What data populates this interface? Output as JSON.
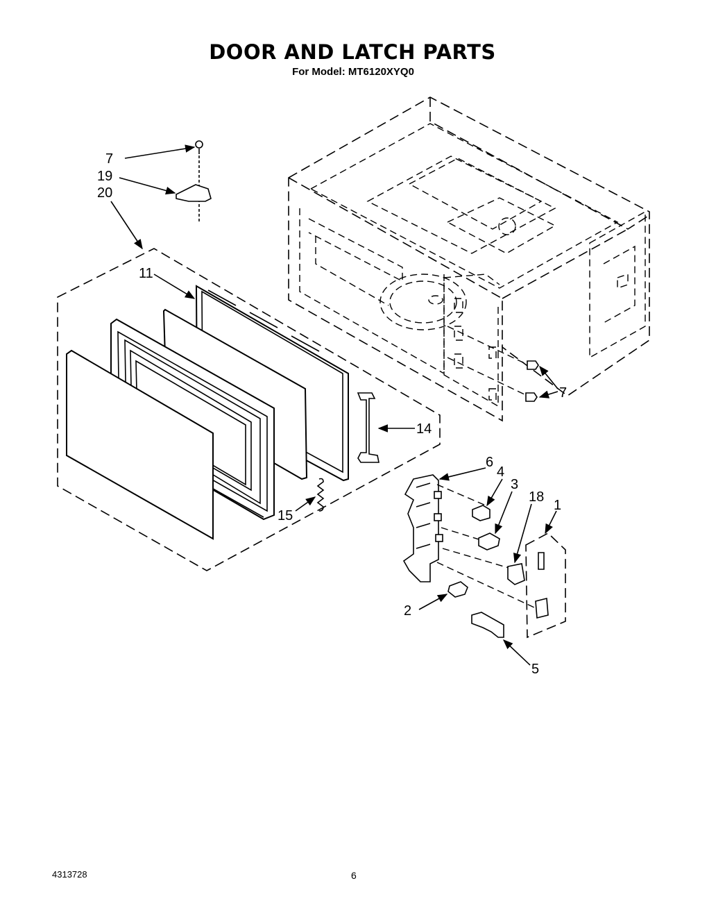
{
  "title": "DOOR AND LATCH PARTS",
  "subtitle": "For Model: MT6120XYQ0",
  "footer": {
    "document_number": "4313728",
    "page_number": "6"
  },
  "callouts": {
    "c7a": "7",
    "c19": "19",
    "c20": "20",
    "c11": "11",
    "c14": "14",
    "c15": "15",
    "c7b": "7",
    "c6": "6",
    "c4": "4",
    "c3": "3",
    "c18": "18",
    "c1": "1",
    "c2": "2",
    "c5": "5"
  }
}
